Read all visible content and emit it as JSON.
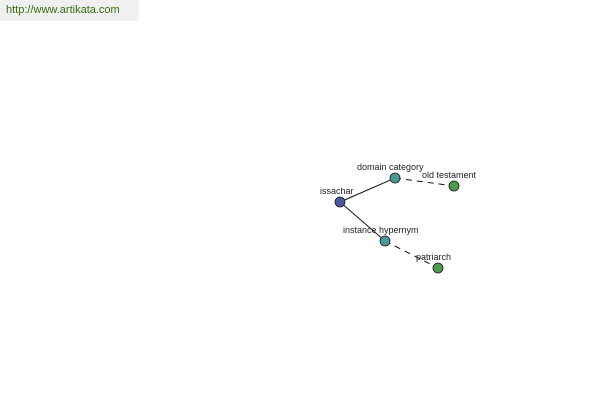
{
  "header": {
    "url": "http://www.artikata.com"
  },
  "graph": {
    "nodes": [
      {
        "id": "issachar",
        "label": "issachar",
        "color": "#4a56a0"
      },
      {
        "id": "domain-category",
        "label": "domain category",
        "color": "#4a9a9a"
      },
      {
        "id": "old-testament",
        "label": "old testament",
        "color": "#4f9a50"
      },
      {
        "id": "instance-hypernym",
        "label": "instance hypernym",
        "color": "#4a9a9a"
      },
      {
        "id": "patriarch",
        "label": "patriarch",
        "color": "#4f9a50"
      }
    ],
    "edges": [
      {
        "from": "issachar",
        "to": "domain-category",
        "style": "solid"
      },
      {
        "from": "domain-category",
        "to": "old-testament",
        "style": "dashed"
      },
      {
        "from": "issachar",
        "to": "instance-hypernym",
        "style": "solid"
      },
      {
        "from": "instance-hypernym",
        "to": "patriarch",
        "style": "dashed"
      }
    ]
  }
}
